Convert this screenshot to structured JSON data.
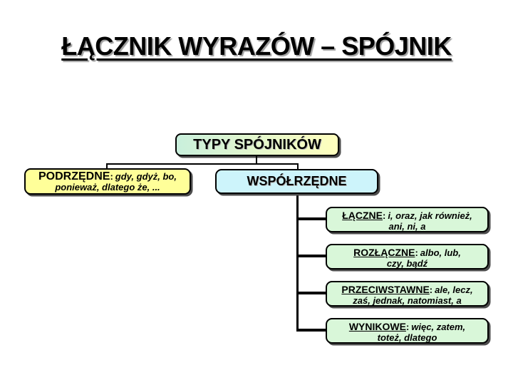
{
  "slide": {
    "title": "ŁĄCZNIK WYRAZÓW – SPÓJNIK"
  },
  "diagram": {
    "root": {
      "label": "TYPY SPÓJNIKÓW"
    },
    "podrzedne": {
      "header": "PODRZĘDNE",
      "sep": ":",
      "list_line1": "gdy, gdyż, bo,",
      "list_line2": "ponieważ, dlatego że, ..."
    },
    "wspolrzedne": {
      "label": "WSPÓŁRZĘDNE"
    },
    "branches": [
      {
        "header": "ŁĄCZNE",
        "sep": ":",
        "list_line1": "i, oraz, jak również,",
        "list_line2": "ani, ni, a"
      },
      {
        "header": "ROZŁĄCZNE",
        "sep": ":",
        "list_line1": "albo, lub,",
        "list_line2": "czy, bądź"
      },
      {
        "header": "PRZECIWSTAWNE",
        "sep": ":",
        "list_line1": "ale, lecz,",
        "list_line2": "zaś, jednak, natomiast, a"
      },
      {
        "header": "WYNIKOWE",
        "sep": ":",
        "list_line1": "więc, zatem,",
        "list_line2": "toteż, dlatego"
      }
    ]
  },
  "colors": {
    "yellow": "#ffff99",
    "cyan": "#cdf4fb",
    "green": "#d9f7d9",
    "root-left": "#c9efdc",
    "root-right": "#ffffbd",
    "line": "#000000"
  }
}
